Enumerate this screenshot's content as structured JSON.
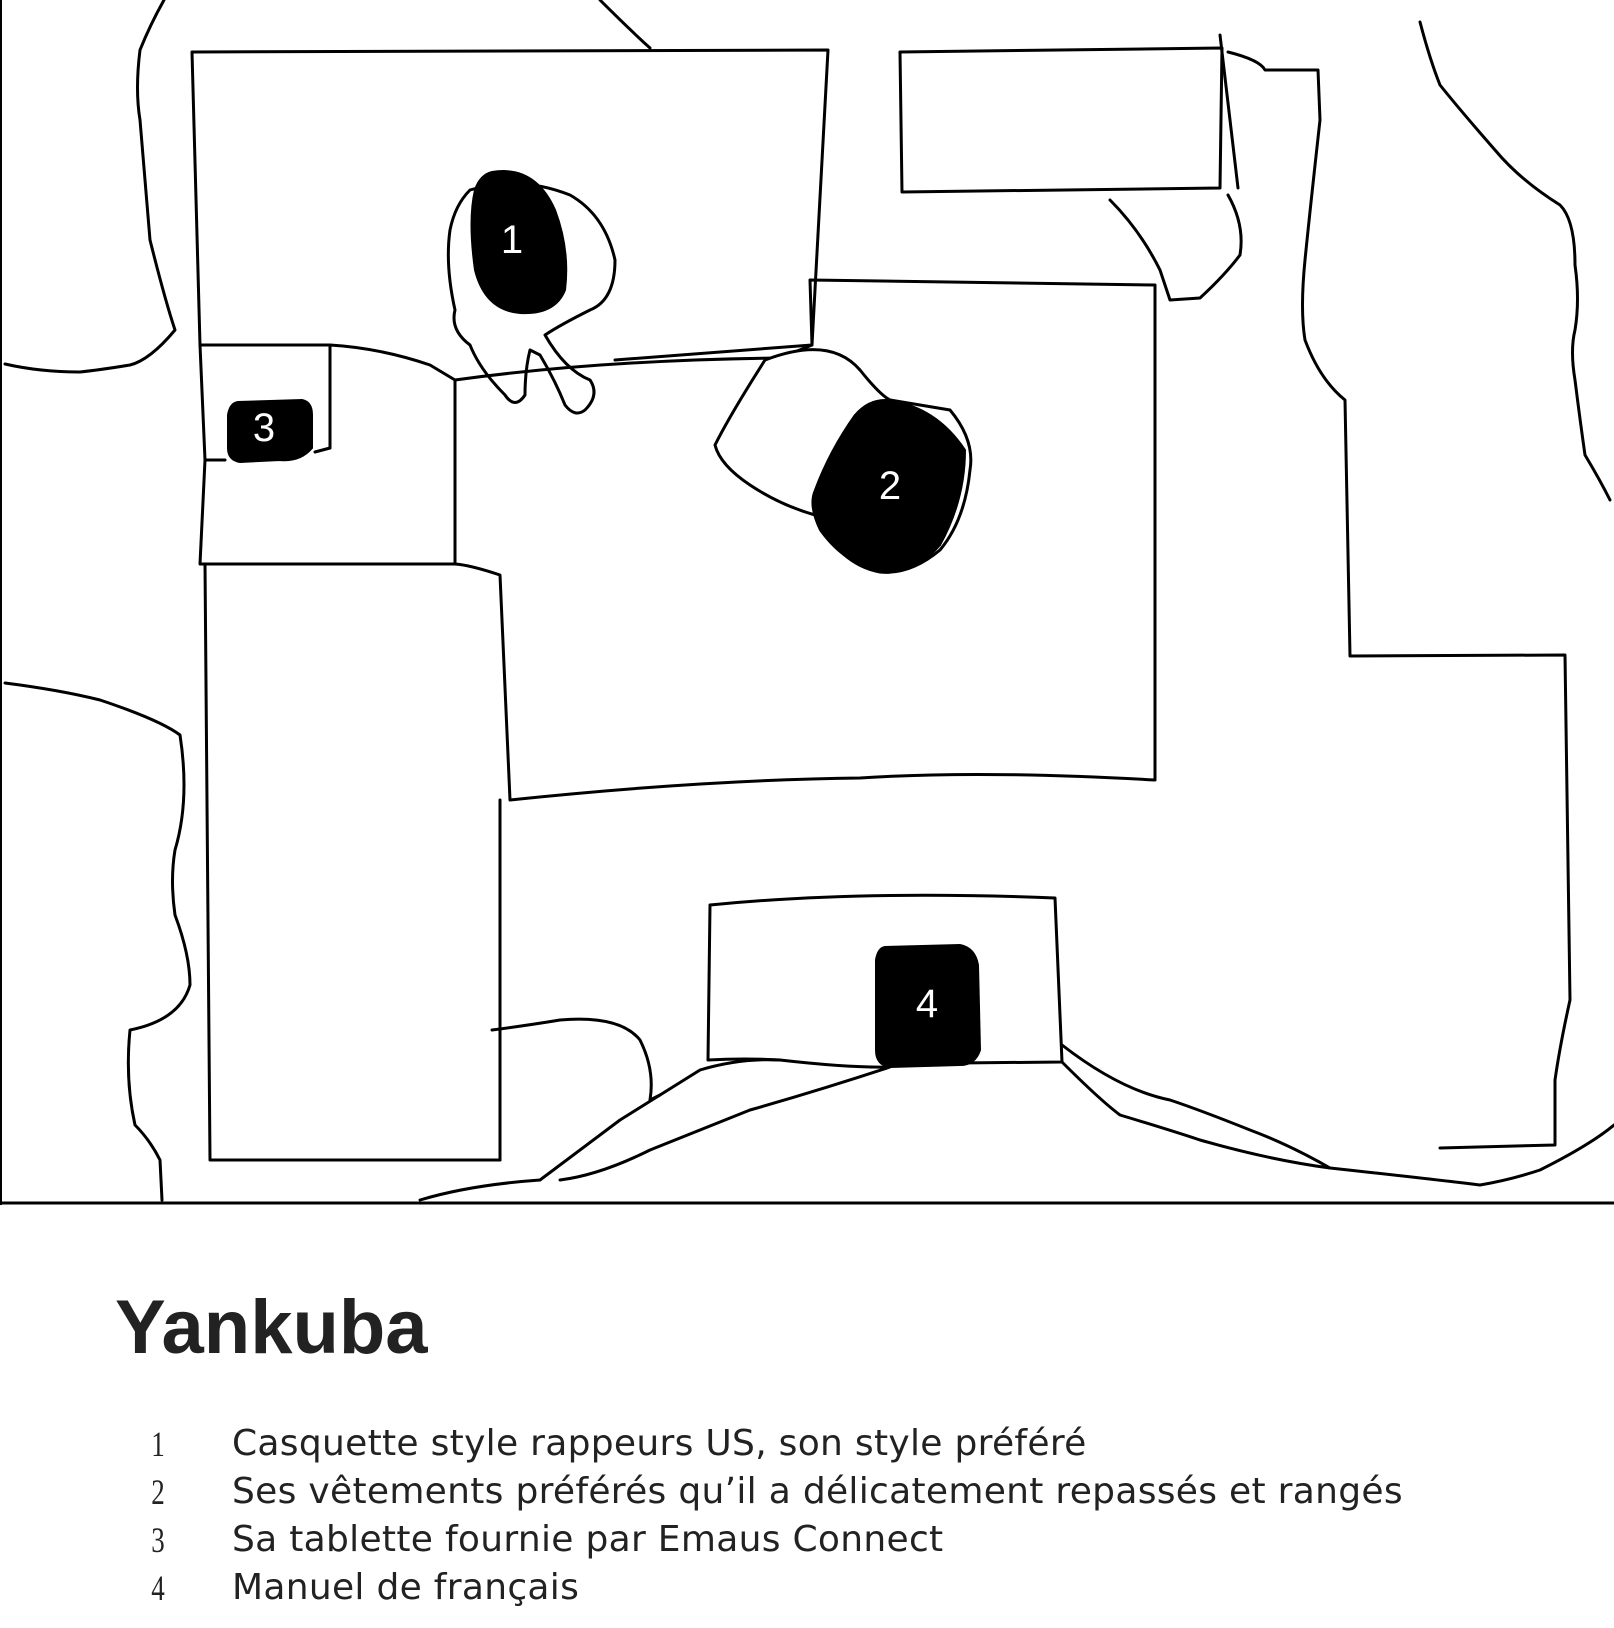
{
  "title": "Yankuba",
  "markers": [
    {
      "number": "1"
    },
    {
      "number": "2"
    },
    {
      "number": "3"
    },
    {
      "number": "4"
    }
  ],
  "legend": [
    {
      "number": "1",
      "text": "Casquette style rappeurs US, son style préféré"
    },
    {
      "number": "2",
      "text": "Ses vêtements préférés qu’il a délicatement repassés et rangés"
    },
    {
      "number": "3",
      "text": "Sa tablette fournie par Emaus Connect"
    },
    {
      "number": "4",
      "text": "Manuel de français"
    }
  ]
}
